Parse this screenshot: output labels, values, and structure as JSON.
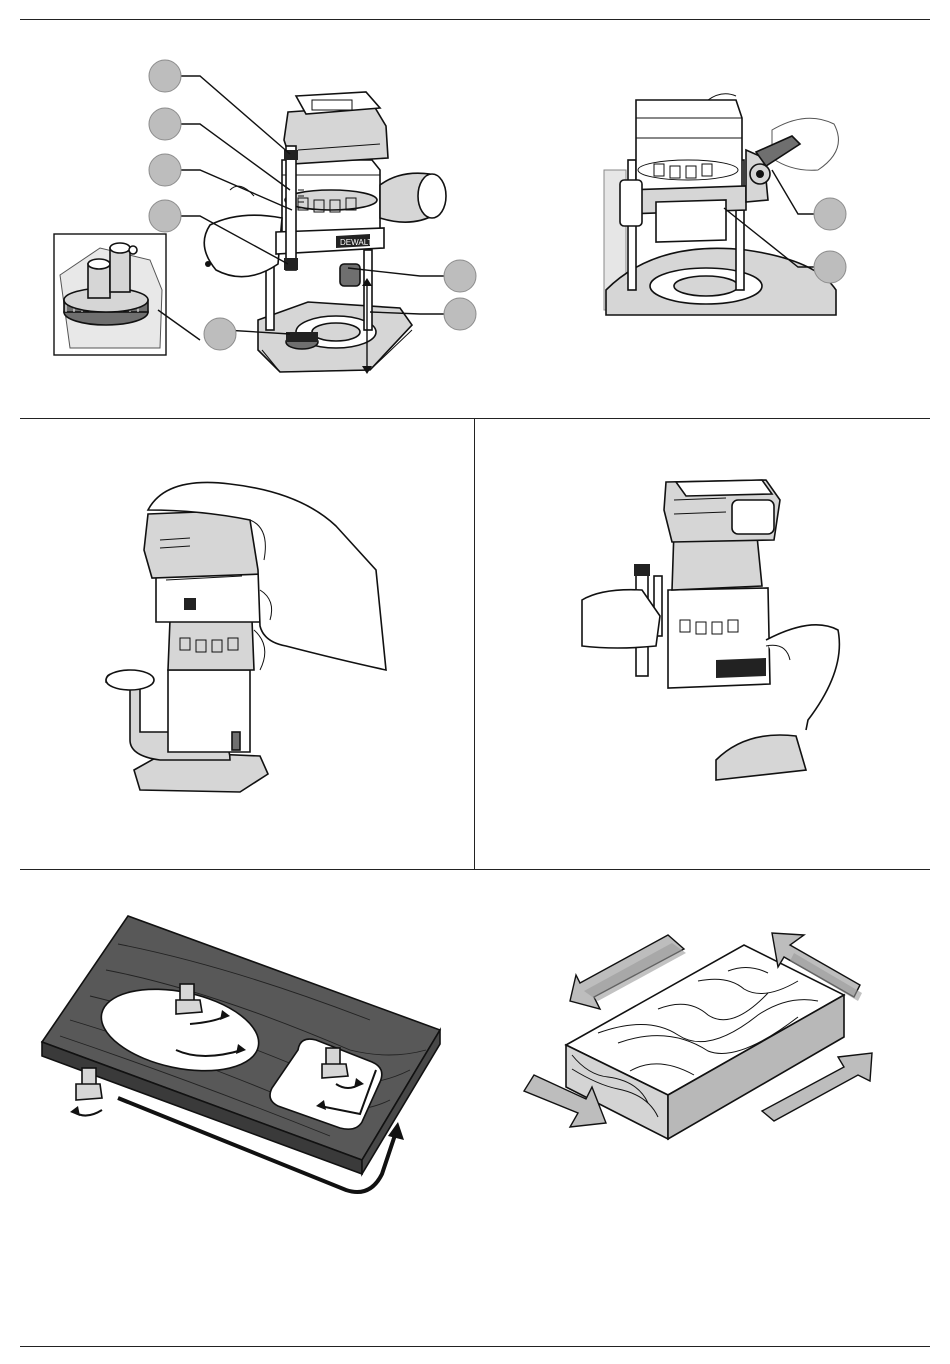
{
  "figures": [
    {
      "id": "router-depth-adjust",
      "callouts": [
        "",
        "",
        "",
        "",
        "",
        "",
        ""
      ]
    },
    {
      "id": "router-base-lock",
      "callouts": [
        "",
        ""
      ]
    },
    {
      "id": "router-grip-fixed-base"
    },
    {
      "id": "router-grip-plunge"
    },
    {
      "id": "router-feed-direction-board"
    },
    {
      "id": "router-feed-direction-arrows"
    }
  ],
  "brand_plate": "DEWALT",
  "colors": {
    "callout_fill": "#bdbdbd",
    "rule": "#222222",
    "wood": "#585858",
    "arrow_fill": "#bdbdbd"
  }
}
